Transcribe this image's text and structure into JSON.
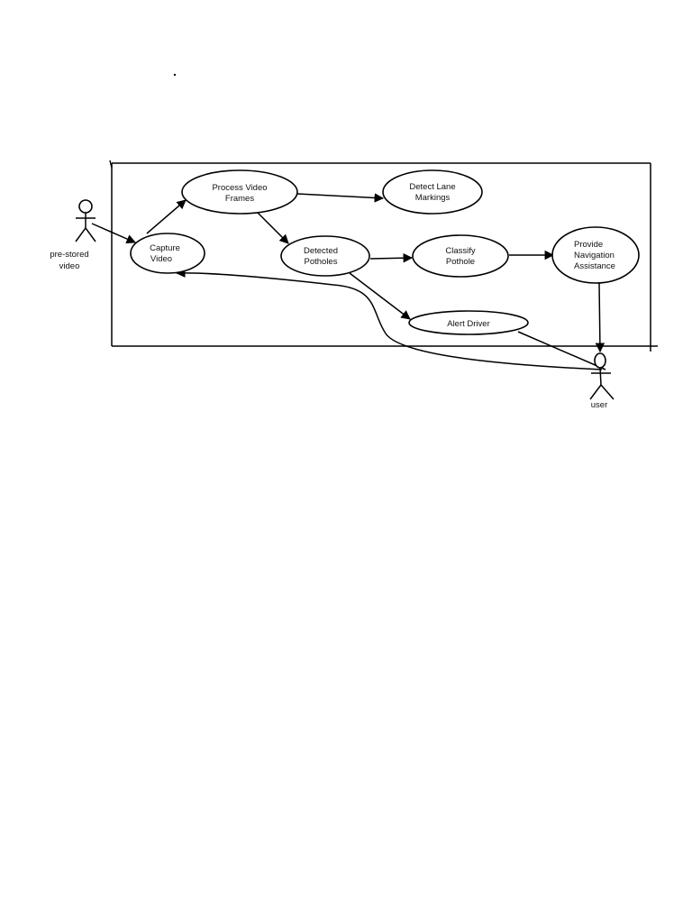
{
  "page": {
    "stray_mark": "."
  },
  "diagram": {
    "actors": {
      "prestored": {
        "line1": "pre-stored",
        "line2": "video"
      },
      "user": {
        "line1": "user"
      }
    },
    "use_cases": {
      "process_video_frames": {
        "line1": "Process Video",
        "line2": "Frames"
      },
      "detect_lane_markings": {
        "line1": "Detect Lane",
        "line2": "Markings"
      },
      "capture_video": {
        "line1": "Capture",
        "line2": "Video"
      },
      "detected_potholes": {
        "line1": "Detected",
        "line2": "Potholes"
      },
      "classify_pothole": {
        "line1": "Classify",
        "line2": "Pothole"
      },
      "provide_navigation_assistance": {
        "line1": "Provide",
        "line2": "Navigation",
        "line3": "Assistance"
      },
      "alert_driver": {
        "line1": "Alert Driver"
      }
    },
    "relationships": [
      {
        "from": "pre-stored video",
        "to": "Capture Video",
        "style": "arrow"
      },
      {
        "from": "Capture Video",
        "to": "Process Video Frames",
        "style": "arrow"
      },
      {
        "from": "Process Video Frames",
        "to": "Detect Lane Markings",
        "style": "arrow"
      },
      {
        "from": "Process Video Frames",
        "to": "Detected Potholes",
        "style": "arrow"
      },
      {
        "from": "Detected Potholes",
        "to": "Classify Pothole",
        "style": "arrow"
      },
      {
        "from": "Classify Pothole",
        "to": "Provide Navigation Assistance",
        "style": "arrow"
      },
      {
        "from": "Detected Potholes",
        "to": "Alert Driver",
        "style": "arrow"
      },
      {
        "from": "Provide Navigation Assistance",
        "to": "user",
        "style": "arrow"
      },
      {
        "from": "Alert Driver",
        "to": "user",
        "style": "line"
      },
      {
        "from": "user",
        "to": "Capture Video",
        "style": "arrow"
      }
    ]
  }
}
